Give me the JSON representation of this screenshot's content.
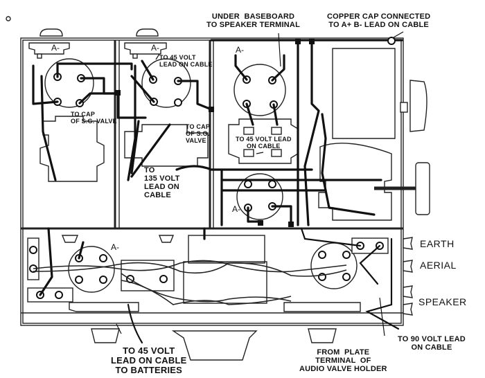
{
  "diagram": {
    "title": "Radio receiver baseboard wiring diagram",
    "labels": {
      "under_baseboard": "UNDER  BASEBOARD\nTO SPEAKER TERMINAL",
      "copper_cap": "COPPER CAP CONNECTED\nTO A+ B- LEAD ON CABLE",
      "to_45_volt_top": "TO 45 VOLT\nLEAD ON CABLE",
      "to_cap_sg_1": "TO CAP\nOF S.G. VALVE",
      "to_cap_sg_2": "TO CAP\nOF S.G.\nVALVE",
      "to_45_volt_mid": "TO 45 VOLT LEAD\nON CABLE",
      "to_135_volt": "TO\n135 VOLT\nLEAD ON\nCABLE",
      "to_45_volt_batteries": "TO 45 VOLT\nLEAD ON CABLE\nTO BATTERIES",
      "from_plate": "FROM  PLATE\nTERMINAL  OF\nAUDIO VALVE HOLDER",
      "to_90_volt": "TO 90 VOLT LEAD\nON CABLE"
    },
    "terminals": [
      "EARTH",
      "AERIAL",
      "SPEAKER"
    ],
    "valve_marks": {
      "a_minus": "A-"
    }
  }
}
